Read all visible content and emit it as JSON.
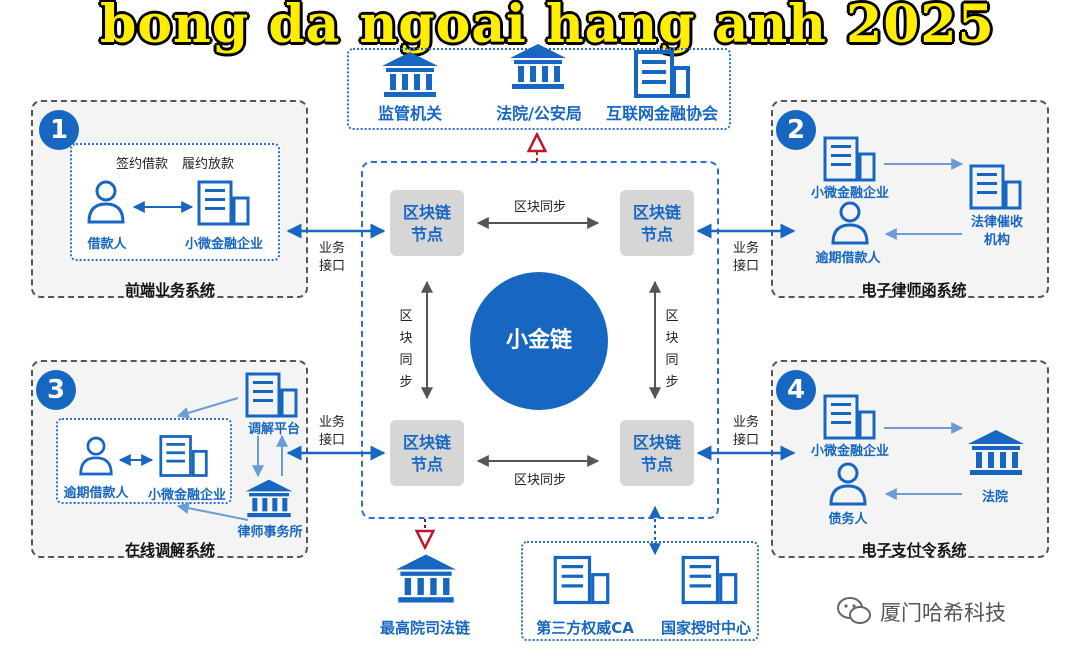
{
  "header": {
    "title": "bong da ngoai hang anh 2025"
  },
  "top_box": {
    "items": [
      "监管机关",
      "法院/公安局",
      "互联网金融协会"
    ]
  },
  "system1": {
    "number": "1",
    "caption": "前端业务系统",
    "action1": "签约借款",
    "action2": "履约放款",
    "borrower": "借款人",
    "enterprise": "小微金融企业"
  },
  "system2": {
    "number": "2",
    "caption": "电子律师函系统",
    "enterprise": "小微金融企业",
    "overdue": "逾期借款人",
    "agency_line1": "法律催收",
    "agency_line2": "机构"
  },
  "system3": {
    "number": "3",
    "caption": "在线调解系统",
    "platform": "调解平台",
    "overdue": "逾期借款人",
    "enterprise": "小微金融企业",
    "lawfirm": "律师事务所"
  },
  "system4": {
    "number": "4",
    "caption": "电子支付令系统",
    "enterprise": "小微金融企业",
    "court": "法院",
    "debtor": "债务人"
  },
  "interface_label": {
    "line1": "业务",
    "line2": "接口"
  },
  "chain": {
    "center": "小金链",
    "node_line1": "区块链",
    "node_line2": "节点",
    "sync_h": "区块同步",
    "sync_v": [
      "区",
      "块",
      "同",
      "步"
    ]
  },
  "bottom": {
    "supreme": "最高院司法链",
    "ca": "第三方权威CA",
    "time_center": "国家授时中心"
  },
  "watermark": "厦门哈希科技",
  "colors": {
    "primary": "#1767c2",
    "node_bg": "#d6d6d6",
    "title": "#ffee00",
    "dashed_red": "#c0152a"
  }
}
